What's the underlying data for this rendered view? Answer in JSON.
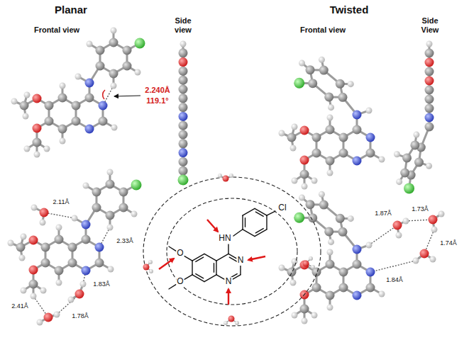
{
  "diagram": {
    "labels": [
      "Planar",
      "Twisted",
      "Frontal view",
      "Side view",
      "Frontal view",
      "Side View",
      "2.240Å",
      "119.1°",
      "2.11Å",
      "2.33Å",
      "1.83Å",
      "2.41Å",
      "1.78Å",
      "HN",
      "Cl",
      "O",
      "O",
      "N",
      "N",
      "1.87Å",
      "1.73Å",
      "1.74Å",
      "1.84Å"
    ]
  }
}
